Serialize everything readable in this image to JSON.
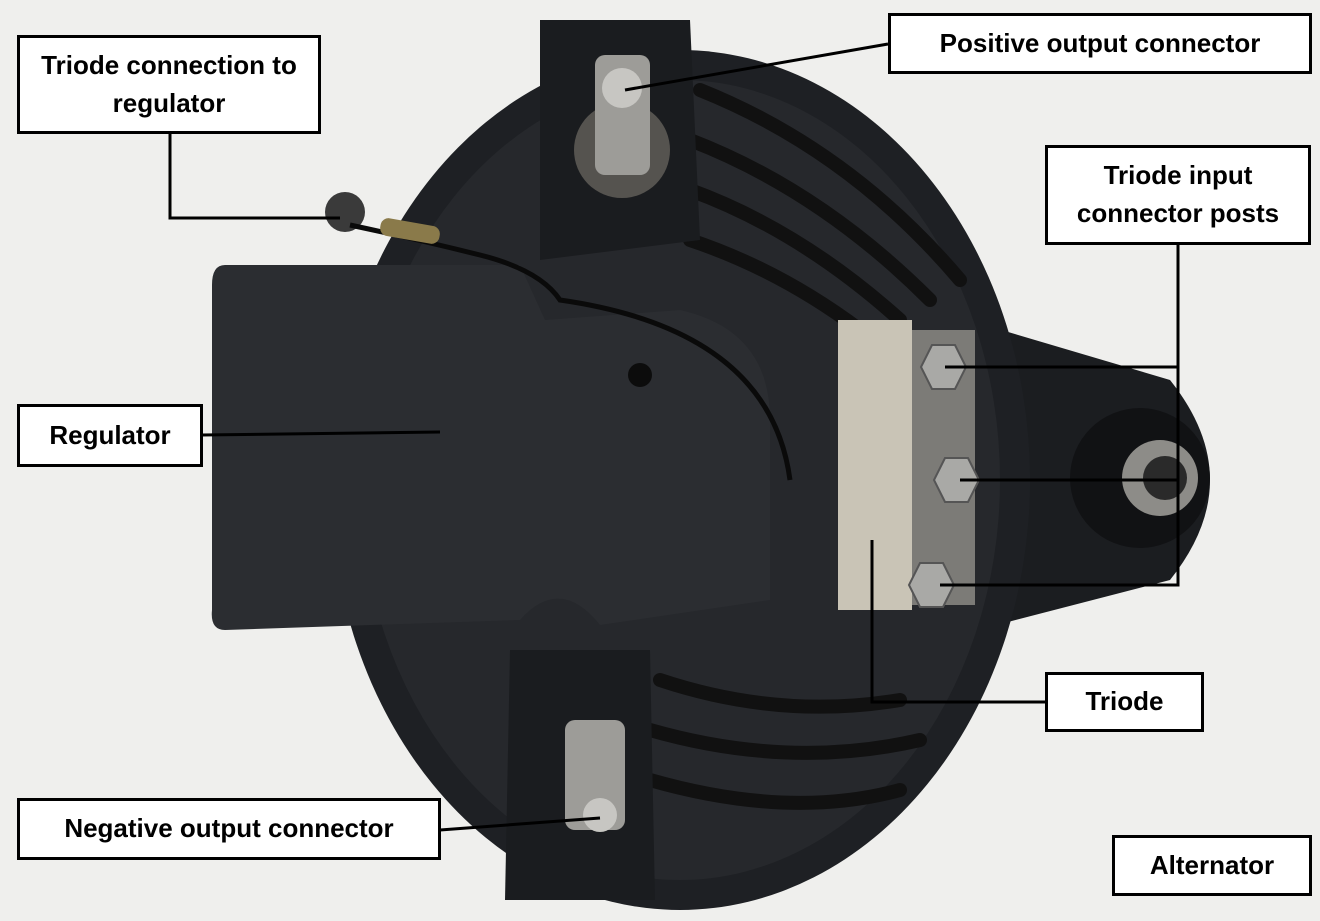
{
  "labels": {
    "triode_connection": "Triode connection to regulator",
    "positive_output": "Positive output connector",
    "triode_input": "Triode input connector posts",
    "regulator": "Regulator",
    "triode": "Triode",
    "negative_output": "Negative output connector",
    "alternator": "Alternator"
  },
  "colors": {
    "body": "#1e2024",
    "regulator": "#2b2d31",
    "triode": "#c9c4b6",
    "metal": "#a9a9a6"
  }
}
